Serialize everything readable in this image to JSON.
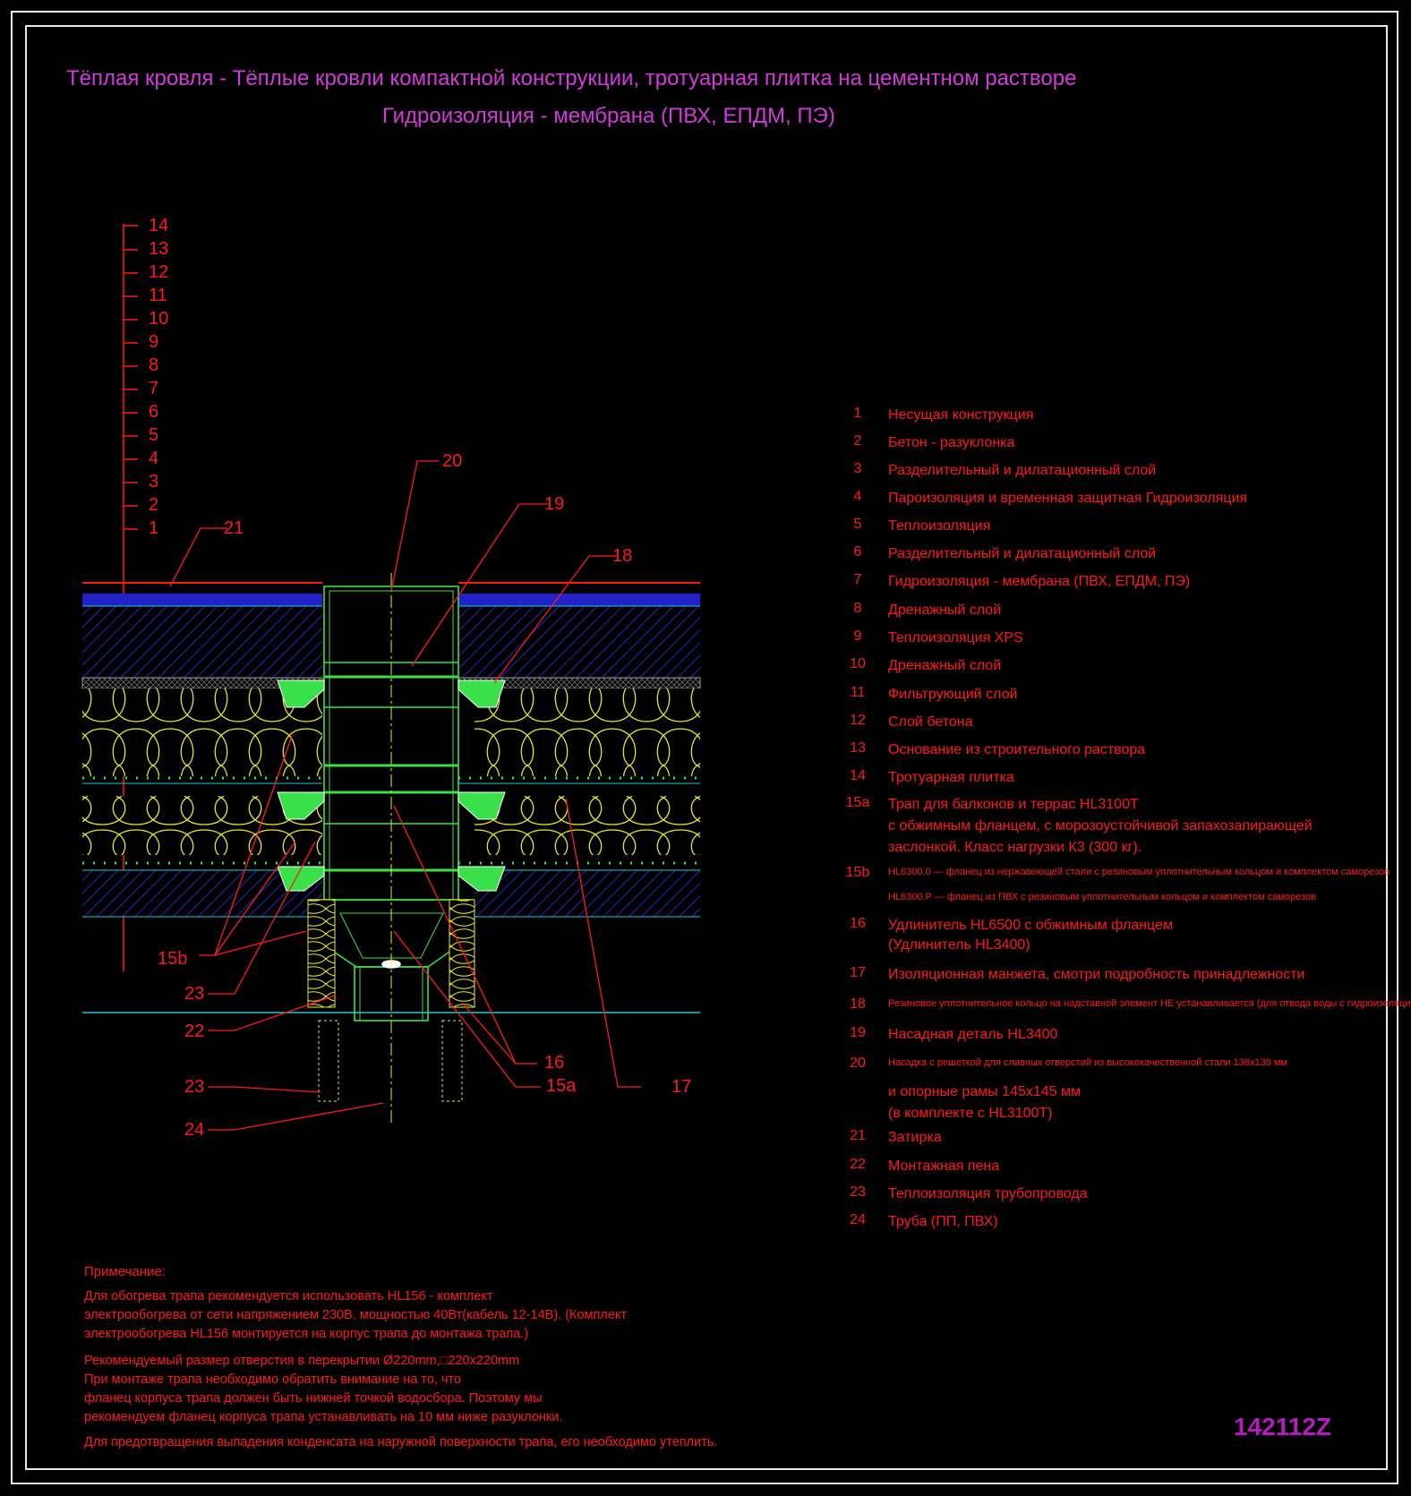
{
  "title": {
    "line1": "Тёплая кровля - Тёплые кровли компактной конструкции, тротуарная плитка на цементном растворе",
    "line2": "Гидроизоляция - мембрана (ПВХ, ЕПДМ, ПЭ)"
  },
  "layer_stack_numbers": [
    "14",
    "13",
    "12",
    "11",
    "10",
    "9",
    "8",
    "7",
    "6",
    "5",
    "4",
    "3",
    "2",
    "1"
  ],
  "callouts": {
    "c20": "20",
    "c19": "19",
    "c18": "18",
    "c21": "21",
    "c15b": "15b",
    "c23a": "23",
    "c22": "22",
    "c23b": "23",
    "c24": "24",
    "c16": "16",
    "c15a": "15a",
    "c17": "17"
  },
  "legend": [
    {
      "num": "1",
      "lines": [
        "Несущая конструкция"
      ]
    },
    {
      "num": "2",
      "lines": [
        "Бетон - разуклонка"
      ]
    },
    {
      "num": "3",
      "lines": [
        "Разделительный и дилатационный слой"
      ]
    },
    {
      "num": "4",
      "lines": [
        "Пароизоляция и временная защитная Гидроизоляция"
      ]
    },
    {
      "num": "5",
      "lines": [
        "Теплоизоляция"
      ]
    },
    {
      "num": "6",
      "lines": [
        "Разделительный и дилатационный слой"
      ]
    },
    {
      "num": "7",
      "lines": [
        "Гидроизоляция - мембрана (ПВХ, ЕПДМ, ПЭ)"
      ]
    },
    {
      "num": "8",
      "lines": [
        "Дренажный слой"
      ]
    },
    {
      "num": "9",
      "lines": [
        "Теплоизоляция XPS"
      ]
    },
    {
      "num": "10",
      "lines": [
        "Дренажный слой"
      ]
    },
    {
      "num": "11",
      "lines": [
        "Фильтрующий слой"
      ]
    },
    {
      "num": "12",
      "lines": [
        "Слой бетона"
      ]
    },
    {
      "num": "13",
      "lines": [
        "Основание из строительного раствора"
      ]
    },
    {
      "num": "14",
      "lines": [
        "Тротуарная плитка"
      ]
    },
    {
      "num": "15a",
      "lines": [
        "Трап для балконов и террас HL3100T",
        "с обжимным фланцем, с морозоустойчивой запахозапирающей",
        "заслонкой. Класс нагрузки К3 (300 кг)."
      ]
    },
    {
      "num": "15b",
      "small": true,
      "lines": [
        "HL6300.0 — фланец из нержавеющей стали с резиновым уплотнительным кольцом и комплектом саморезов",
        "HL6300.P — фланец из ПВХ с резиновым уплотнительным кольцом и комплектом саморезов"
      ]
    },
    {
      "num": "16",
      "lines": [
        "Удлинитель HL6500 с обжимным фланцем",
        "(Удлинитель HL3400)"
      ]
    },
    {
      "num": "17",
      "lines": [
        "Изоляционная манжета, смотри подробность принадлежности"
      ]
    },
    {
      "num": "18",
      "small": true,
      "lines": [
        "Резиновое уплотнительное кольцо на надставной элемент НЕ устанавливается (для отвода воды с гидроизоляции)"
      ]
    },
    {
      "num": "19",
      "lines": [
        "Насадная деталь HL3400"
      ]
    },
    {
      "num": "20",
      "smallfirst": true,
      "lines": [
        "Насадка с решеткой для сливных отверстий из высококачественной стали 138х138 мм",
        "и опорные рамы 145х145 мм",
        "(в комплекте с HL3100T)"
      ]
    },
    {
      "num": "21",
      "lines": [
        "Затирка"
      ]
    },
    {
      "num": "22",
      "lines": [
        "Монтажная пена"
      ]
    },
    {
      "num": "23",
      "lines": [
        "Теплоизоляция трубопровода"
      ]
    },
    {
      "num": "24",
      "lines": [
        "Труба (ПП, ПВХ)"
      ]
    }
  ],
  "notes": {
    "heading": "Примечание:",
    "p1": "Для обогрева трапа рекомендуется использовать HL156 - комплект\nэлектрообогрева от сети напряжением 230В, мощностью 40Вт(кабель 12-14В). (Комплект\nэлектрообогрева HL156 монтируется на корпус трапа до монтажа трапа.)",
    "p2": "Рекомендуемый размер отверстия в перекрытии Ø220mm,□220x220mm\nПри монтаже трапа необходимо обратить внимание на то, что\nфланец корпуса трапа должен быть нижней точкой водосбора. Поэтому мы\nрекомендуем фланец корпуса трапа устанавливать на 10 мм ниже разуклонки.",
    "p3": "Для предотвращения выпадения конденсата на наружной поверхности трапа, его необходимо утеплить."
  },
  "drawing_code": "142112Z",
  "colors": {
    "title": "#d23bd9",
    "text": "#ff1a1a",
    "frame": "#e8e8e8",
    "hatch_blue": "#2a2ad8",
    "insulation_yellow": "#e8e832",
    "pipe_green": "#39e04a",
    "cyan": "#26c6da"
  }
}
